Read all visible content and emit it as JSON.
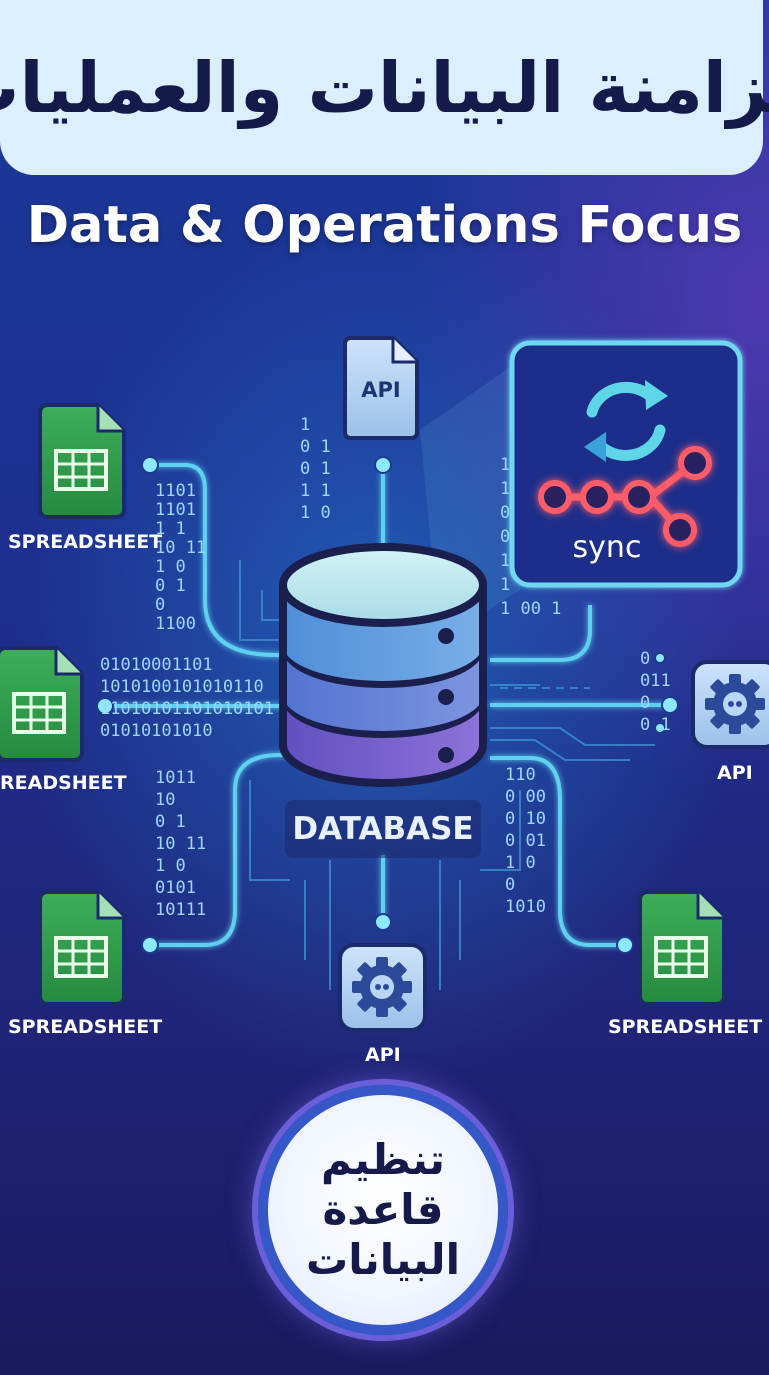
{
  "header": {
    "title_ar": "مزامنة البيانات والعمليات",
    "subtitle": "Data & Operations Focus"
  },
  "center": {
    "database_label": "DATABASE"
  },
  "sync_panel": {
    "label": "sync",
    "icon": "sync-arrows-icon",
    "network_icon": "node-network-icon"
  },
  "nodes": {
    "spreadsheet_top_left": "SPREADSHEET",
    "spreadsheet_mid_left": "READSHEET",
    "spreadsheet_bottom_left": "SPREADSHEET",
    "spreadsheet_bottom_right": "SPREADSHEET",
    "api_top": "API",
    "api_right": "API",
    "api_bottom": "API"
  },
  "binary_streams": {
    "left_upper": [
      "1101",
      "1101",
      "1    1",
      "10   11",
      "1    0",
      "0    1",
      "0",
      "1100"
    ],
    "left_middle": [
      "01010001101",
      "1010100101010110",
      "11010101101010101",
      "01010101010"
    ],
    "left_lower": [
      "1011",
      "10",
      "0    1",
      "10   11",
      "1    0",
      "0101",
      "10111"
    ],
    "top_column": [
      "1",
      "0   1",
      "0 1",
      "1 1",
      "1 0"
    ],
    "right_upper": [
      "1",
      "1",
      "0",
      "0",
      "1",
      "1",
      "1 00 1"
    ],
    "right_middle": [
      "0",
      "011",
      "0",
      "0 1"
    ],
    "right_lower": [
      "110",
      "0 00",
      "0  10",
      "0  01",
      "1  0",
      "0",
      "1010"
    ]
  },
  "badge": {
    "lines_ar": [
      "تنظيم",
      "قاعدة",
      "البيانات"
    ]
  },
  "colors": {
    "title_banner": "#dcefff",
    "title_text": "#141a4a",
    "circuit_line": "#5fd0f0",
    "spreadsheet_green": "#2f9a4a",
    "api_tile": "#b9d6f5",
    "sync_panel_border": "#6fd6f2",
    "sync_network_red": "#ff4a5a",
    "database_top": "#bfe8f0",
    "database_body_blue": "#5d84d8",
    "database_body_purple": "#7a62c8"
  }
}
